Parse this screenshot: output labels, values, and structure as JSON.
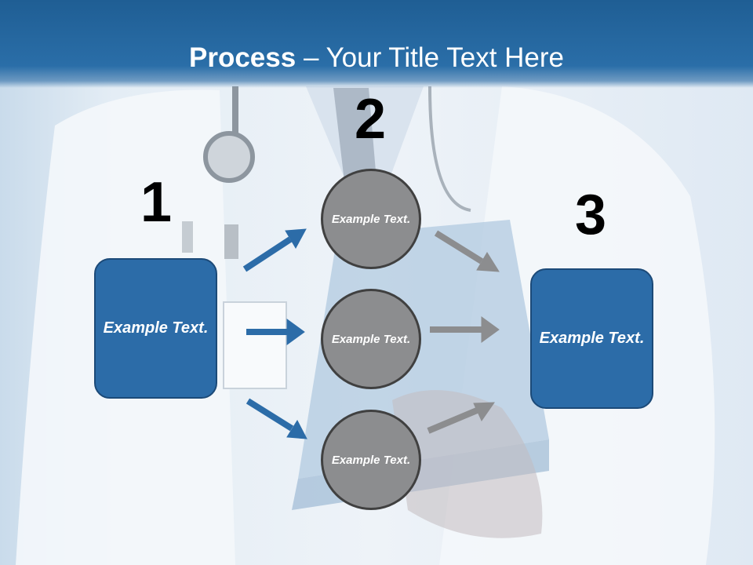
{
  "title": {
    "strong": "Process",
    "rest": " – Your Title Text Here"
  },
  "steps": {
    "one": {
      "number": "1",
      "text": "Example Text."
    },
    "two": {
      "number": "2",
      "circles": [
        {
          "text": "Example Text."
        },
        {
          "text": "Example Text."
        },
        {
          "text": "Example Text."
        }
      ]
    },
    "three": {
      "number": "3",
      "text": "Example Text."
    }
  },
  "colors": {
    "title_band": "#2a6ea8",
    "box_fill": "#2c6ca8",
    "box_border": "#1c4a78",
    "circle_fill": "#8c8d8f",
    "circle_border": "#404040",
    "arrow_blue": "#2c6ca8",
    "arrow_gray": "#8c8d8f"
  }
}
